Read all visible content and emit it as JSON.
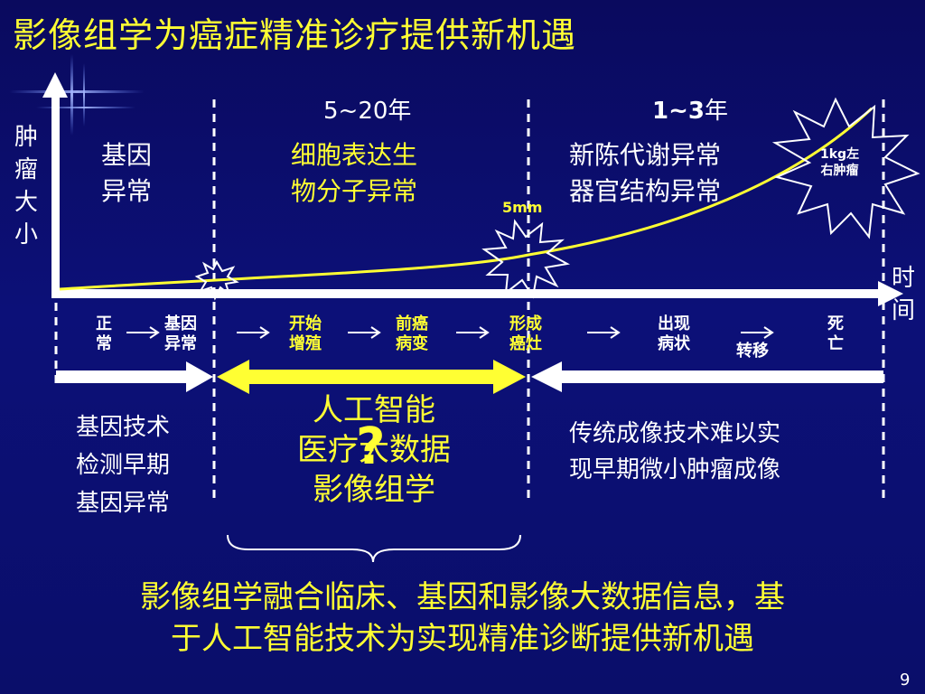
{
  "title": "影像组学为癌症精准诊疗提供新机遇",
  "axes": {
    "y_label": "肿瘤大小",
    "x_label": "时间"
  },
  "periods": {
    "middle": "5~20年",
    "right_num": "1~3",
    "right_unit": "年"
  },
  "stages": {
    "gene_line1": "基因",
    "gene_line2": "异常",
    "cell_line1": "细胞表达生",
    "cell_line2": "物分子异常",
    "organ_line1": "新陈代谢异常",
    "organ_line2": "器官结构异常"
  },
  "markers": {
    "five_mm": "5mm",
    "one_kg_line1": "1kg左",
    "one_kg_line2": "右肿瘤"
  },
  "flow": [
    {
      "l1": "正",
      "l2": "常"
    },
    {
      "l1": "基因",
      "l2": "异常"
    },
    {
      "l1": "开始",
      "l2": "增殖"
    },
    {
      "l1": "前癌",
      "l2": "病变"
    },
    {
      "l1": "形成",
      "l2": "癌灶"
    },
    {
      "l1": "出现",
      "l2": "病状"
    },
    {
      "l1": "转移",
      "l2": ""
    },
    {
      "l1": "死",
      "l2": "亡"
    }
  ],
  "left_box": [
    "基因技术",
    "检测早期",
    "基因异常"
  ],
  "center_box": [
    "人工智能",
    "医疗大数据",
    "影像组学"
  ],
  "question_mark": "?",
  "right_box": [
    "传统成像技术难以实",
    "现早期微小肿瘤成像"
  ],
  "conclusion": [
    "影像组学融合临床、基因和影像大数据信息，基",
    "于人工智能技术为实现精准诊断提供新机遇"
  ],
  "page_number": "9",
  "colors": {
    "accent": "#ffff33",
    "background": "#0c1078",
    "axis": "#ffffff"
  }
}
